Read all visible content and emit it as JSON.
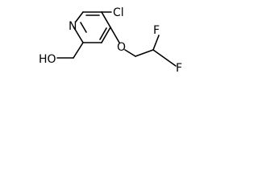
{
  "molecule": {
    "atoms": {
      "N": "N",
      "Cl": "Cl",
      "O": "O",
      "F_top": "F",
      "F_bottom": "F",
      "HO": "HO"
    }
  }
}
